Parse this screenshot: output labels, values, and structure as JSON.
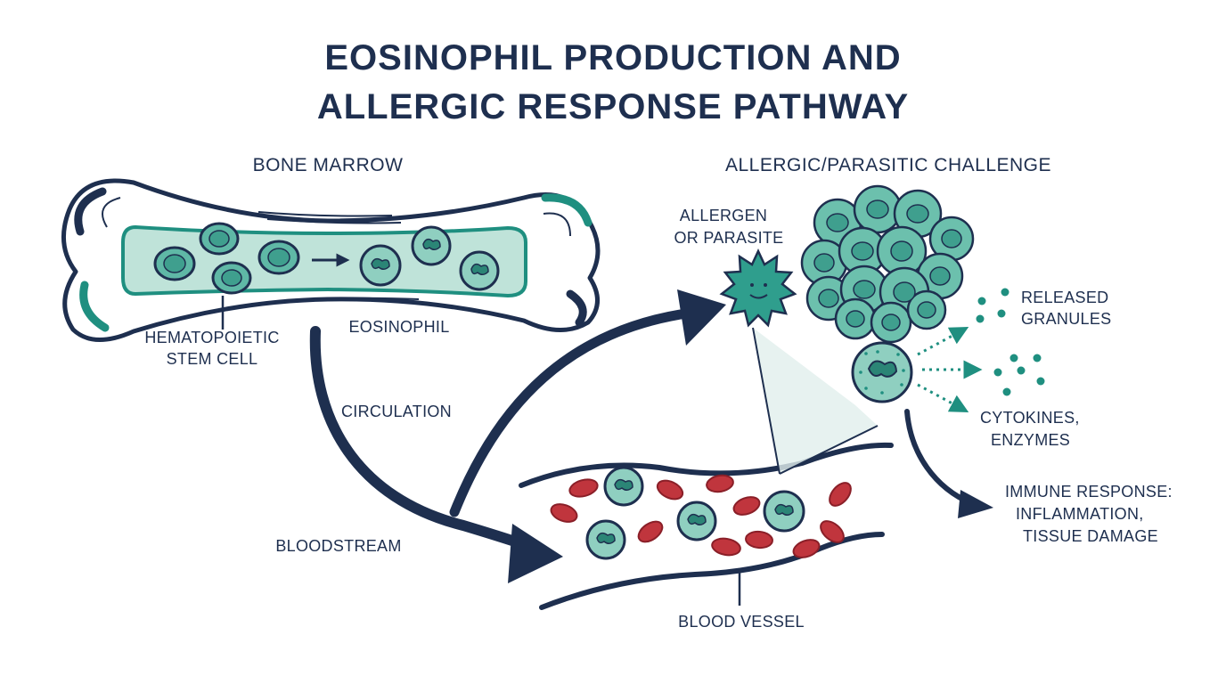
{
  "title": {
    "line1": "EOSINOPHIL PRODUCTION AND",
    "line2": "ALLERGIC RESPONSE PATHWAY"
  },
  "sections": {
    "bone_marrow": "BONE MARROW",
    "challenge": "ALLERGIC/PARASITIC CHALLENGE"
  },
  "labels": {
    "stem_cell_line1": "HEMATOPOIETIC",
    "stem_cell_line2": "STEM CELL",
    "eosinophil": "EOSINOPHIL",
    "circulation": "CIRCULATION",
    "bloodstream": "BLOODSTREAM",
    "blood_vessel": "BLOOD VESSEL",
    "allergen_line1": "ALLERGEN",
    "allergen_line2": "OR PARASITE",
    "granules_line1": "RELEASED",
    "granules_line2": "GRANULES",
    "cytokines_line1": "CYTOKINES,",
    "cytokines_line2": "ENZYMES",
    "immune_line1": "IMMUNE RESPONSE:",
    "immune_line2": "INFLAMMATION,",
    "immune_line3": "TISSUE DAMAGE"
  },
  "colors": {
    "navy": "#1e2f4f",
    "teal": "#1f8f80",
    "teal_light": "#cfe8e2",
    "cell_fill": "#5fb8a6",
    "rbc": "#c0353d"
  }
}
